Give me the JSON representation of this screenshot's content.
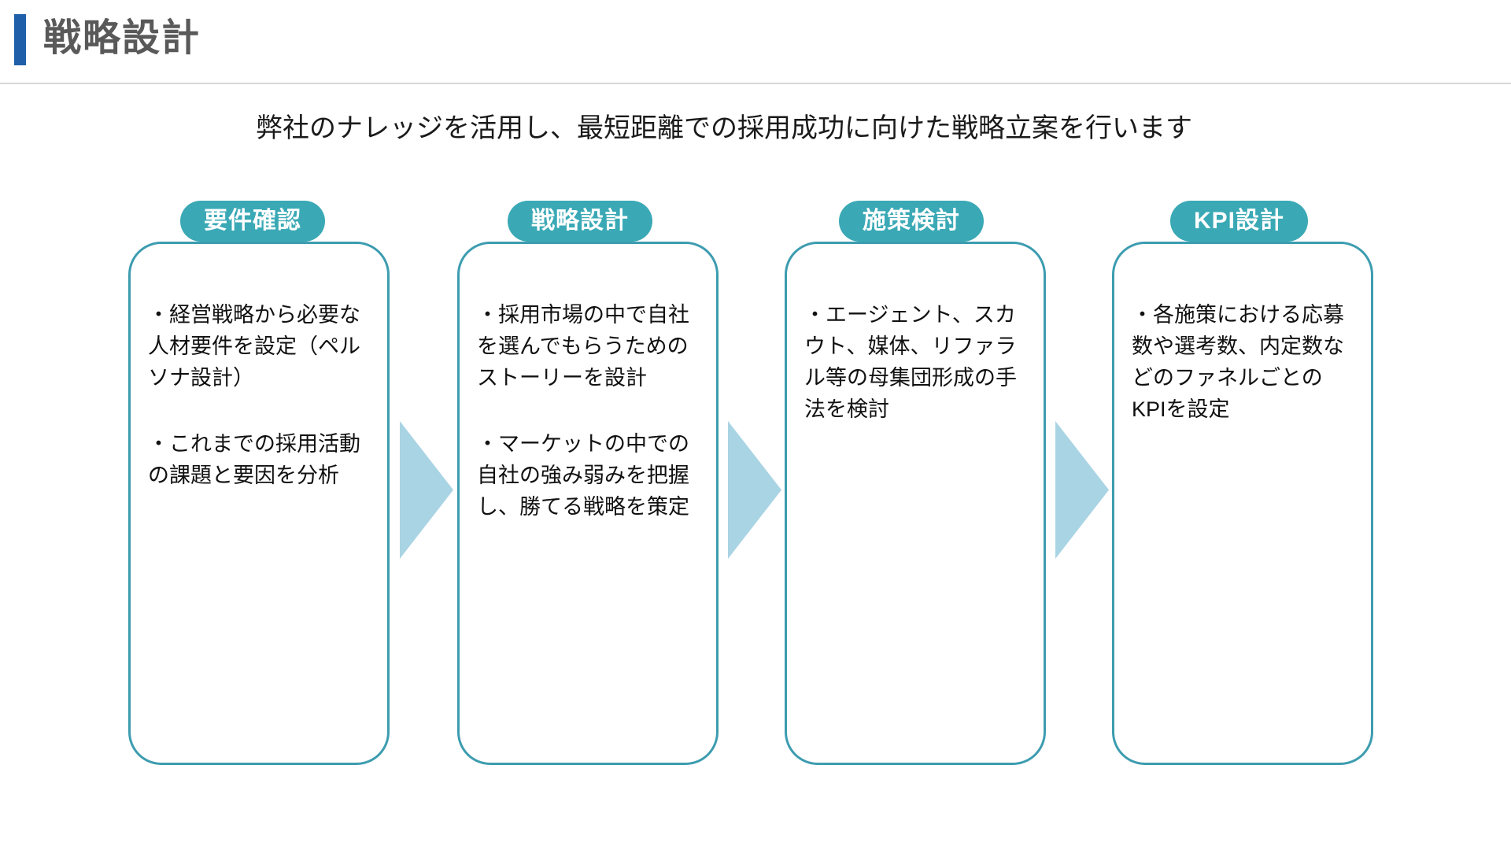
{
  "header": {
    "title": "戦略設計",
    "accent_color": "#1F5FA9",
    "title_color": "#595959"
  },
  "subtitle": "弊社のナレッジを活用し、最短距離での採用成功に向けた戦略立案を行います",
  "theme": {
    "card_border_color": "#3d9cb0",
    "pill_color": "#3aa9b5",
    "arrow_color": "#a9d4e4",
    "body_text_color": "#111111"
  },
  "flow": {
    "steps": [
      {
        "label": "要件確認",
        "paragraphs": [
          "・経営戦略から必要な人材要件を設定（ペルソナ設計）",
          "・これまでの採用活動の課題と要因を分析"
        ]
      },
      {
        "label": "戦略設計",
        "paragraphs": [
          "・採用市場の中で自社を選んでもらうためのストーリーを設計",
          "・マーケットの中での自社の強み弱みを把握し、勝てる戦略を策定"
        ]
      },
      {
        "label": "施策検討",
        "paragraphs": [
          "・エージェント、スカウト、媒体、リファラル等の母集団形成の手法を検討",
          ""
        ]
      },
      {
        "label": "KPI設計",
        "paragraphs": [
          "・各施策における応募数や選考数、内定数などのファネルごとのKPIを設定",
          ""
        ]
      }
    ],
    "connectors": [
      "arrow-right-icon",
      "arrow-right-icon",
      "arrow-right-icon"
    ]
  }
}
